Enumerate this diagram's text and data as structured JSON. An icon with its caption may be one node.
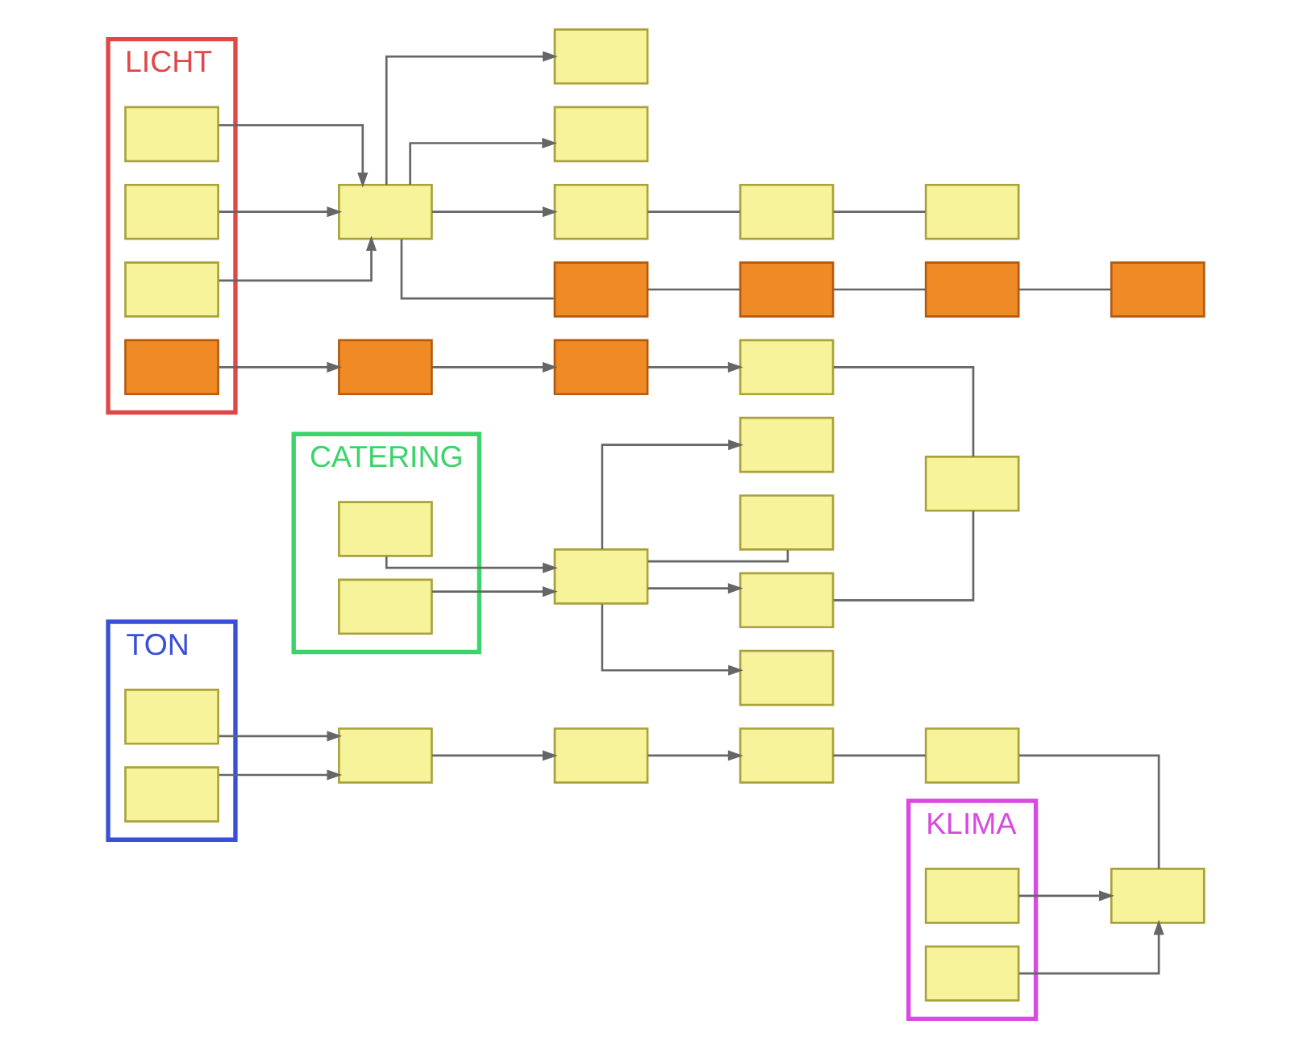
{
  "diagram": {
    "nodes": [
      {
        "text": [
          "TON"
        ]
      },
      {
        "text": [],
        "shape": "box",
        "in": 0
      },
      {
        "text": [],
        "shape": "box",
        "in": 0
      },
      {
        "text": [
          "LICHT"
        ]
      },
      {
        "text": [],
        "shape": "box",
        "in": 3
      },
      {
        "text": [],
        "shape": "box",
        "in": 3
      },
      {
        "text": [],
        "shape": "box",
        "in": 3
      },
      {
        "text": [],
        "shape": "box",
        "in": 3
      },
      {
        "text": [
          "CATERING"
        ]
      },
      {
        "text": [],
        "shape": "box",
        "in": 8
      },
      {
        "text": [],
        "shape": "box",
        "in": 8
      },
      {
        "text": [
          "KLIMA"
        ]
      },
      {
        "text": [],
        "shape": "box",
        "in": 11
      },
      {
        "text": [],
        "shape": "box",
        "in": 11
      },
      {
        "text": [],
        "shape": "box"
      },
      {
        "text": [],
        "shape": "box"
      },
      {
        "text": [],
        "shape": "box"
      },
      {
        "text": [],
        "shape": "box"
      },
      {
        "text": [],
        "shape": "box"
      },
      {
        "text": [],
        "shape": "box"
      },
      {
        "text": [],
        "shape": "box"
      },
      {
        "text": [],
        "shape": "box"
      },
      {
        "text": [],
        "shape": "box"
      },
      {
        "text": [],
        "shape": "box"
      },
      {
        "text": [],
        "shape": "box"
      },
      {
        "text": [],
        "shape": "box"
      },
      {
        "text": [],
        "shape": "box"
      },
      {
        "text": [],
        "shape": "box"
      },
      {
        "text": [],
        "shape": "box"
      },
      {
        "text": [],
        "shape": "box"
      },
      {
        "text": [],
        "shape": "box"
      },
      {
        "text": [],
        "shape": "box"
      },
      {
        "text": [],
        "shape": "box"
      },
      {
        "text": [],
        "shape": "box"
      },
      {
        "text": [],
        "shape": "box"
      },
      {
        "text": [],
        "shape": "box"
      },
      {
        "text": [],
        "shape": "box"
      },
      {
        "text": [],
        "shape": "box"
      }
    ],
    "edges": [
      {
        "from": 1,
        "to": 14,
        "arrow": "to"
      },
      {
        "from": 2,
        "to": 14,
        "arrow": "to"
      },
      {
        "from": 14,
        "to": 15,
        "arrow": "to"
      },
      {
        "from": 15,
        "to": 20,
        "arrow": "to"
      },
      {
        "from": 20,
        "to": 21,
        "arrow": "none"
      },
      {
        "from": 21,
        "to": 22,
        "arrow": "none"
      },
      {
        "from": 4,
        "to": 16,
        "arrow": "to"
      },
      {
        "from": 5,
        "to": 16,
        "arrow": "to"
      },
      {
        "from": 6,
        "to": 16,
        "arrow": "to"
      },
      {
        "from": 7,
        "to": 17,
        "arrow": "to"
      },
      {
        "from": 16,
        "to": 23,
        "arrow": "to"
      },
      {
        "from": 16,
        "to": 24,
        "arrow": "to"
      },
      {
        "from": 16,
        "to": 25,
        "arrow": "to"
      },
      {
        "from": 25,
        "to": 26,
        "arrow": "none"
      },
      {
        "from": 26,
        "to": 27,
        "arrow": "none"
      },
      {
        "from": 16,
        "to": 28,
        "arrow": "none"
      },
      {
        "from": 28,
        "to": 29,
        "arrow": "none"
      },
      {
        "from": 29,
        "to": 30,
        "arrow": "none"
      },
      {
        "from": 30,
        "to": 31,
        "arrow": "none"
      },
      {
        "from": 17,
        "to": 18,
        "arrow": "to"
      },
      {
        "from": 18,
        "to": 32,
        "arrow": "to"
      },
      {
        "from": 32,
        "to": 33,
        "arrow": "none"
      },
      {
        "from": 9,
        "to": 19,
        "arrow": "to"
      },
      {
        "from": 10,
        "to": 19,
        "arrow": "to"
      },
      {
        "from": 19,
        "to": 34,
        "arrow": "to"
      },
      {
        "from": 19,
        "to": 35,
        "arrow": "none"
      },
      {
        "from": 19,
        "to": 36,
        "arrow": "to"
      },
      {
        "from": 36,
        "to": 33,
        "arrow": "none"
      },
      {
        "from": 19,
        "to": 37,
        "arrow": "to"
      },
      {
        "from": 12,
        "to": 22,
        "arrow": "to"
      },
      {
        "from": 13,
        "to": 22,
        "arrow": "to"
      }
    ]
  }
}
